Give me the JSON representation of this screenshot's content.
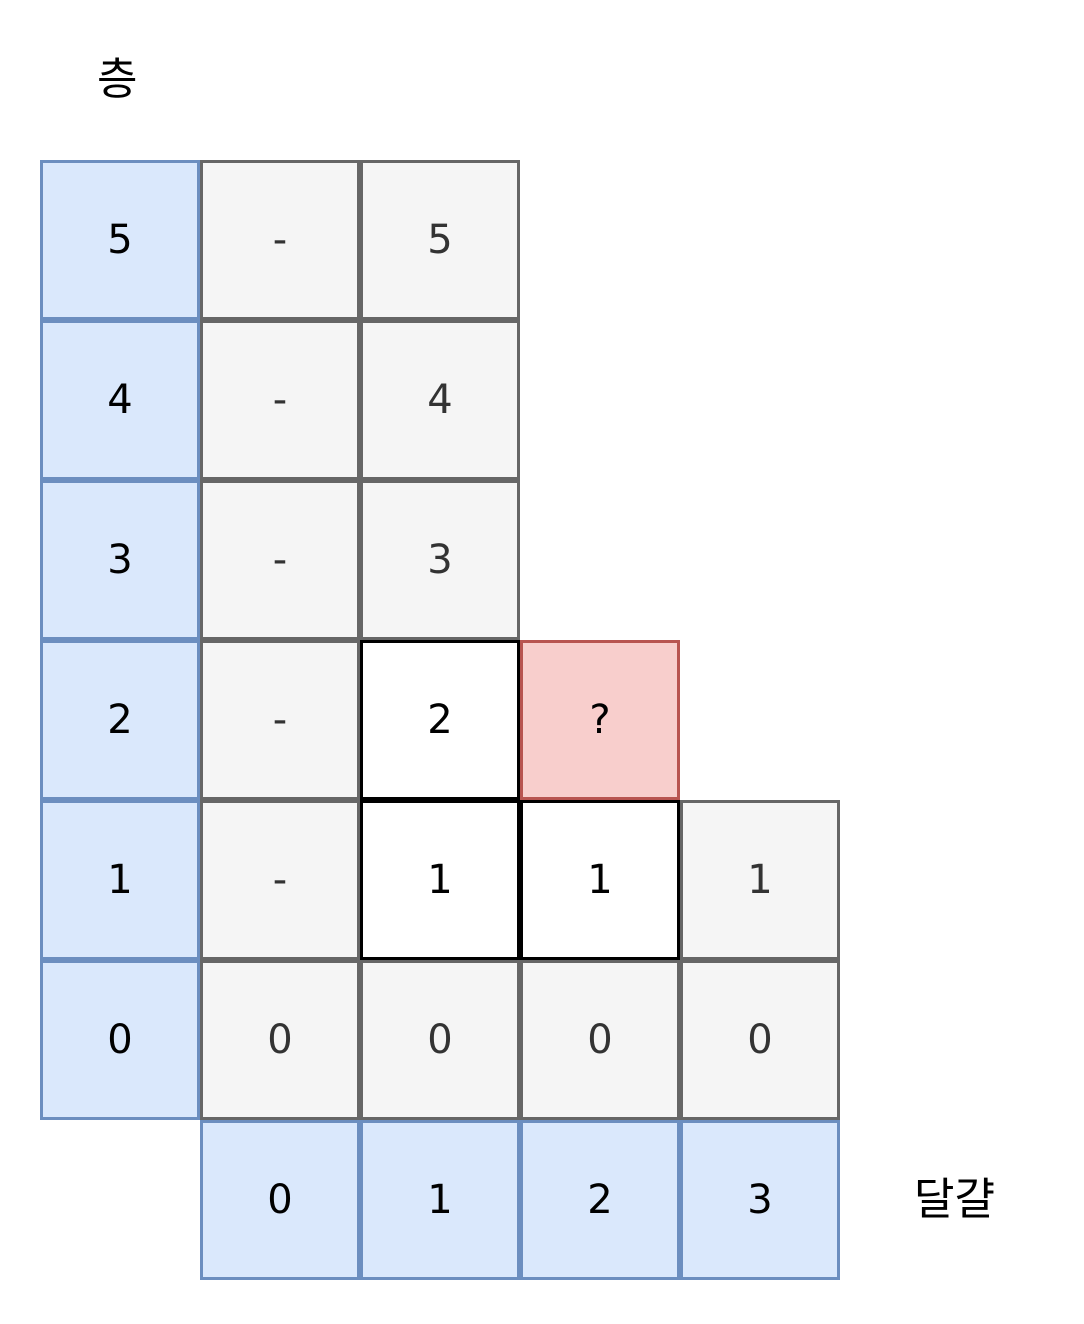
{
  "labels": {
    "floor": "층",
    "eggs": "달걀"
  },
  "floor_axis": [
    "5",
    "4",
    "3",
    "2",
    "1",
    "0"
  ],
  "egg_axis": [
    "0",
    "1",
    "2",
    "3"
  ],
  "table": {
    "row5": [
      "-",
      "5"
    ],
    "row4": [
      "-",
      "4"
    ],
    "row3": [
      "-",
      "3"
    ],
    "row2": [
      "-",
      "2",
      "?"
    ],
    "row1": [
      "-",
      "1",
      "1",
      "1"
    ],
    "row0": [
      "0",
      "0",
      "0",
      "0"
    ]
  },
  "colors": {
    "axis_fill": "#dae8fc",
    "axis_border": "#6c8ebf",
    "cell_fill": "#f5f5f5",
    "cell_border": "#666666",
    "highlight_border": "#000000",
    "target_fill": "#f8cecc",
    "target_border": "#b85450"
  }
}
